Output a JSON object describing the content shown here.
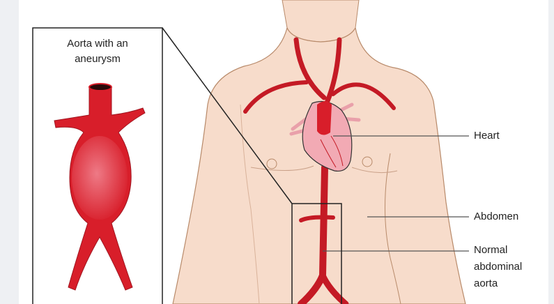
{
  "inset": {
    "title_line1": "Aorta with an",
    "title_line2": "aneurysm"
  },
  "labels": {
    "heart": "Heart",
    "abdomen": "Abdomen",
    "aorta_line1": "Normal",
    "aorta_line2": "abdominal",
    "aorta_line3": "aorta"
  },
  "colors": {
    "artery": "#d81e2a",
    "skin": "#f7dccb",
    "heart": "#f2aab4",
    "outline": "#222222"
  }
}
